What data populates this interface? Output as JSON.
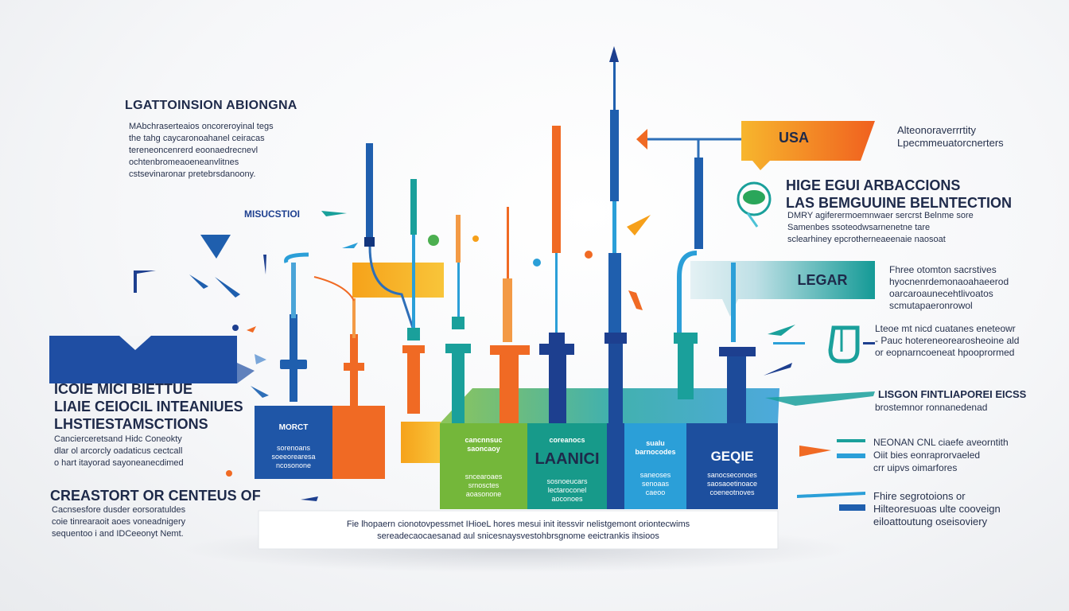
{
  "left": {
    "top_heading": "LGATTOINSION ABIONGNA",
    "top_paragraph": [
      "MAbchraserteaios oncoreroyinal tegs",
      "the tahg caycaronoahanel ceiracas",
      "tereneoncenrerd eoonaedrecnevl",
      "ochtenbromeaoeneanvlitnes",
      "cstsevinaronar pretebrsdanoony."
    ],
    "tag_label": "MISUCSTIOI",
    "mid_heading": [
      "ICOIE MICI BIETTUE",
      "LIAIE CEIOCIL INTEANIUES",
      "LHSTIESTAMSCTIONS"
    ],
    "mid_paragraph": [
      "Cancierceretsand Hidc Coneokty",
      "dlar ol arcorcly oadaticus cectcall",
      "o hart itayorad sayoneanecdimed"
    ],
    "bottom_heading": "CREASTORT OR CENTEUS OF",
    "bottom_paragraph": [
      "Cacnsesfore dusder eorsoratuldes",
      "coie tinrearaoit aoes voneadnigery",
      "sequentoo i and IDCeeonyt Nemt."
    ]
  },
  "right": {
    "top_text": [
      "Alteonoraverrrtity",
      "Lpecmmeuatorcnerters"
    ],
    "banner_orange": "USA",
    "heading": [
      "HIGE EGUI ARBACCIONS",
      "LAS BEMGUUINE BELNTECTION"
    ],
    "heading_paragraph": [
      "DMRY agiferermoemnwaer sercrst Belnme sore",
      "Samenbes ssoteodwsarnenetne tare",
      "sclearhiney epcrotherneaeenaie naosoat"
    ],
    "banner_teal": "LEGAR",
    "teal_paragraph": [
      "Fhree otomton sacrstives",
      "hyocnenrdemonaoahaeerod",
      "oarcaroaunecehtlivoatos",
      "scmutapaeronrowol"
    ],
    "mid_paragraph": [
      "Lteoe mt nicd cuatanes eneteowr",
      "- Pauc hotereneorearosheoine ald",
      "or eopnarncoeneat hpooprormed"
    ],
    "lisgon_heading": "LISGON FINTLIAPOREI EICSS",
    "lisgon_paragraph": "brostemnor ronnanedenad",
    "neonan_paragraph": [
      "NEONAN CNL ciaefe aveorntith",
      "Oiit bies eonraprorvaeled",
      "crr uipvs oimarfores"
    ],
    "last_paragraph": [
      "Fhire segrotoions or",
      "Hilteoresuoas ulte cooveign",
      "eiloattoutung oseisoviery"
    ]
  },
  "boxes": {
    "left_box_label": "MORCT",
    "left_box_text": [
      "sorenoans",
      "soeeorearesa",
      "ncosonone"
    ],
    "green_box_head": [
      "cancnnsuc",
      "saoncaoy"
    ],
    "green_box_text": [
      "sncearoaes",
      "srnosctes",
      "aoasonone"
    ],
    "center_box_head": "coreanocs",
    "center_box_title": "LAANICI",
    "center_box_text": [
      "sosnoeucars",
      "lectaroconel",
      "aoconoes"
    ],
    "lightblue_box_head": [
      "sualu",
      "barnocodes"
    ],
    "lightblue_box_text": [
      "saneoses",
      "senoaas",
      "caeoo"
    ],
    "darkblue_box_title": "GEQIE",
    "darkblue_box_text": [
      "sanocseconoes",
      "saosaoetinoace",
      "coeneotnoves"
    ]
  },
  "footer_strip": [
    "Fie lhopaern cionotovpessmet IHioeL hores mesui init itessvir nelistgemont oriontecwims",
    "sereadecaocaesanad aul snicesnaysvestohbrsgnome eeictrankis ihsioos"
  ],
  "colors": {
    "blue": "#1f5fae",
    "navy": "#1d3f8f",
    "orange": "#f06a24",
    "amber": "#f6a01a",
    "green": "#6fb43a",
    "teal": "#1aa09b",
    "lightblue": "#2b9fd8"
  }
}
